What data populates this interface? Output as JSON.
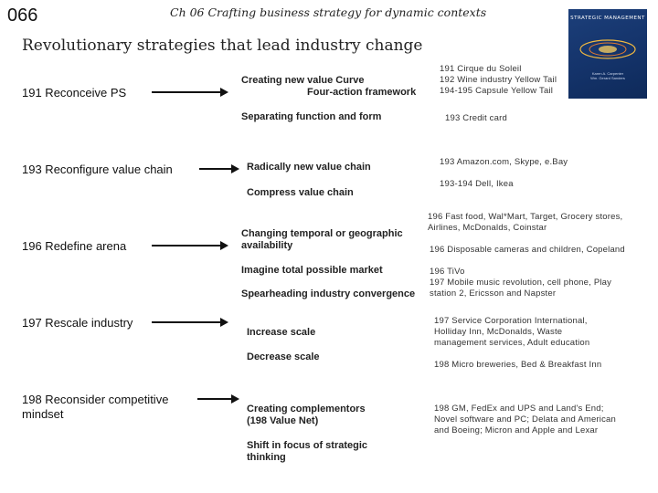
{
  "header": {
    "page_number": "066",
    "chapter": "Ch 06 Crafting business strategy for dynamic contexts",
    "title": "Revolutionary strategies that lead industry change"
  },
  "book_cover": {
    "title": "STRATEGIC MANAGEMENT",
    "authors": [
      "Karen A. Carpenter",
      "Wm. Gerard Sanders"
    ],
    "color": "#1c3f7a"
  },
  "strategies": [
    {
      "label": "191 Reconceive PS"
    },
    {
      "label": "193 Reconfigure value chain"
    },
    {
      "label": "196 Redefine arena"
    },
    {
      "label": "197 Rescale industry"
    },
    {
      "label": "198 Reconsider competitive mindset"
    }
  ],
  "approaches": [
    {
      "line1": "Creating new value Curve",
      "line2": "Four-action framework"
    },
    {
      "text": "Separating function and form"
    },
    {
      "text": "Radically new value chain"
    },
    {
      "text": "Compress value chain"
    },
    {
      "text": "Changing temporal or geographic availability"
    },
    {
      "text": "Imagine total possible market"
    },
    {
      "text": "Spearheading industry convergence"
    },
    {
      "text": "Increase scale"
    },
    {
      "text": "Decrease scale"
    },
    {
      "text": "Creating complementors (198 Value Net)"
    },
    {
      "text": "Shift in focus of strategic thinking"
    }
  ],
  "examples": [
    {
      "lines": [
        "191 Cirque du Soleil",
        "192 Wine industry Yellow Tail",
        "194-195 Capsule Yellow Tail"
      ]
    },
    {
      "lines": [
        "193 Credit card"
      ]
    },
    {
      "lines": [
        "193 Amazon.com, Skype, e.Bay"
      ]
    },
    {
      "lines": [
        "193-194 Dell, Ikea"
      ]
    },
    {
      "text": "196 Fast food, Wal*Mart, Target, Grocery stores, Airlines, McDonalds, Coinstar"
    },
    {
      "text": "196 Disposable cameras and children, Copeland"
    },
    {
      "lines": [
        "196 TiVo",
        "197 Mobile music revolution, cell phone, Play station 2, Ericsson and Napster"
      ]
    },
    {
      "text": "197 Service Corporation International, Holliday Inn, McDonalds, Waste management services, Adult education"
    },
    {
      "text": "198 Micro breweries, Bed & Breakfast Inn"
    },
    {
      "text": "198 GM, FedEx and UPS and Land's End; Novel software and PC; Delata and American and Boeing; Micron and Apple and Lexar"
    }
  ]
}
